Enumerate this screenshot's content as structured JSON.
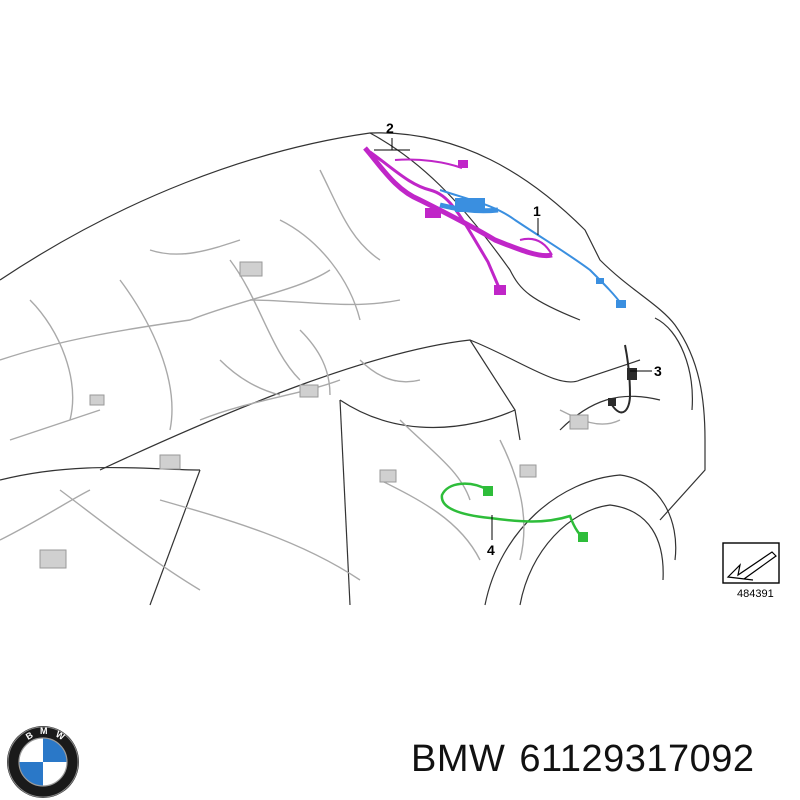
{
  "diagram": {
    "callouts": [
      "1",
      "2",
      "3",
      "4"
    ],
    "reference_number": "484391",
    "harness_colors": {
      "part_1": "#3a8fe0",
      "part_2": "#c026c8",
      "part_3": "#2a2a2a",
      "part_4": "#2ebd3a"
    }
  },
  "caption": {
    "brand": "BMW",
    "part_number": "61129317092"
  },
  "logo": {
    "text": "BMW",
    "colors": {
      "ring": "#1a1a1a",
      "blue": "#2a78c8",
      "white": "#ffffff"
    }
  }
}
